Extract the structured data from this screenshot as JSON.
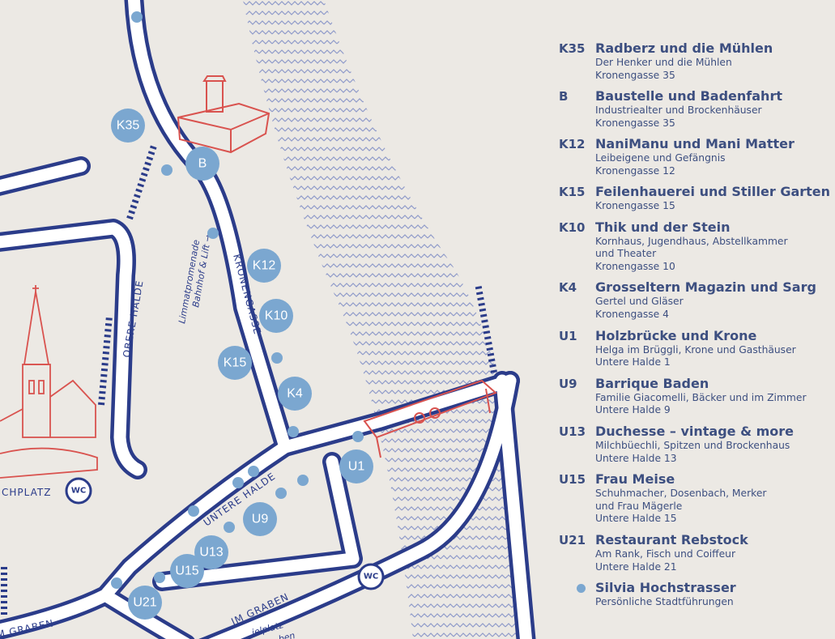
{
  "colors": {
    "background": "#ece9e4",
    "road": "#2b3c8a",
    "marker": "#7ba7d0",
    "landmark": "#d9534f",
    "legend_text": "#3d4f80"
  },
  "map": {
    "streets": {
      "obere_halde": "OBERE HALDE",
      "kronengasse": "KRONENGASSE",
      "untere_halde": "UNTERE HALDE",
      "im_graben_right": "IM GRABEN",
      "im_graben_left": "IM GRABEN",
      "platz": "CHPLATZ"
    },
    "notes": {
      "promenade_line1": "Limmatpromenade",
      "promenade_line2": "Bahnhof & Lift →",
      "spielplatz": "ielplatz",
      "spielplatz2": "ben"
    },
    "wc": [
      "WC",
      "WC"
    ],
    "markers": [
      {
        "label": "K35"
      },
      {
        "label": "B"
      },
      {
        "label": "K12"
      },
      {
        "label": "K10"
      },
      {
        "label": "K15"
      },
      {
        "label": "K4"
      },
      {
        "label": "U1"
      },
      {
        "label": "U9"
      },
      {
        "label": "U13"
      },
      {
        "label": "U15"
      },
      {
        "label": "U21"
      }
    ]
  },
  "legend": [
    {
      "code": "K35",
      "title": "Radberz und die Mühlen",
      "lines": [
        "Der Henker und die Mühlen",
        "Kronengasse 35"
      ]
    },
    {
      "code": "B",
      "title": "Baustelle und Badenfahrt",
      "lines": [
        "Industriealter und Brockenhäuser",
        "Kronengasse 35"
      ]
    },
    {
      "code": "K12",
      "title": "NaniManu und Mani Matter",
      "lines": [
        "Leibeigene und Gefängnis",
        "Kronengasse 12"
      ]
    },
    {
      "code": "K15",
      "title": "Feilenhauerei und Stiller Garten",
      "lines": [
        "Kronengasse 15"
      ]
    },
    {
      "code": "K10",
      "title": "Thik und der Stein",
      "lines": [
        "Kornhaus, Jugendhaus, Abstellkammer",
        "und Theater",
        "Kronengasse 10"
      ]
    },
    {
      "code": "K4",
      "title": "Grosseltern Magazin und Sarg",
      "lines": [
        "Gertel und Gläser",
        "Kronengasse 4"
      ]
    },
    {
      "code": "U1",
      "title": "Holzbrücke und Krone",
      "lines": [
        "Helga im Brüggli, Krone und Gasthäuser",
        "Untere Halde 1"
      ]
    },
    {
      "code": "U9",
      "title": "Barrique Baden",
      "lines": [
        "Familie Giacomelli, Bäcker und im Zimmer",
        "Untere Halde 9"
      ]
    },
    {
      "code": "U13",
      "title": "Duchesse – vintage & more",
      "lines": [
        "Milchbüechli, Spitzen und Brockenhaus",
        "Untere Halde 13"
      ]
    },
    {
      "code": "U15",
      "title": "Frau Meise",
      "lines": [
        "Schuhmacher, Dosenbach, Merker",
        "und Frau Mägerle",
        "Untere Halde 15"
      ]
    },
    {
      "code": "U21",
      "title": "Restaurant Rebstock",
      "lines": [
        "Am Rank, Fisch und Coiffeur",
        "Untere Halde 21"
      ]
    },
    {
      "code": "",
      "title": "Silvia Hochstrasser",
      "lines": [
        "Persönliche Stadtführungen"
      ],
      "dot": true
    }
  ]
}
